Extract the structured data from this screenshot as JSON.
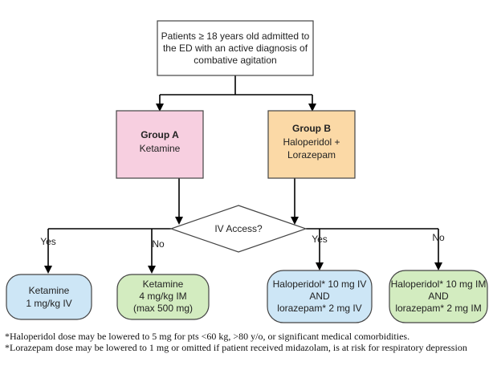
{
  "start": {
    "lines": [
      "Patients ≥ 18 years old admitted to",
      "the ED with an active diagnosis of",
      "combative agitation"
    ]
  },
  "group_a": {
    "title": "Group A",
    "lines": [
      "Ketamine"
    ],
    "color": "#f7cfe0"
  },
  "group_b": {
    "title": "Group B",
    "lines": [
      "Haloperidol +",
      "Lorazepam"
    ],
    "color": "#fbd9a6"
  },
  "decision": {
    "label": "IV Access?"
  },
  "edge_labels": {
    "a_yes": "Yes",
    "a_no": "No",
    "b_yes": "Yes",
    "b_no": "No"
  },
  "outcomes": {
    "a_yes": {
      "lines": [
        "Ketamine",
        "1 mg/kg IV"
      ],
      "color": "#cde6f6"
    },
    "a_no": {
      "lines": [
        "Ketamine",
        "4 mg/kg IM",
        "(max 500 mg)"
      ],
      "color": "#d3ecc0"
    },
    "b_yes": {
      "lines": [
        "Haloperidol* 10 mg IV",
        "AND",
        "lorazepam* 2 mg IV"
      ],
      "color": "#cde6f6"
    },
    "b_no": {
      "lines": [
        "Haloperidol* 10 mg IM",
        "AND",
        "lorazepam* 2 mg IM"
      ],
      "color": "#d3ecc0"
    }
  },
  "footnotes": [
    "*Haloperidol dose may be lowered to 5 mg for pts <60 kg, >80 y/o, or significant medical comorbidities.",
    "*Lorazepam dose may be lowered to 1 mg or omitted if patient received midazolam, is at risk for respiratory depression"
  ]
}
